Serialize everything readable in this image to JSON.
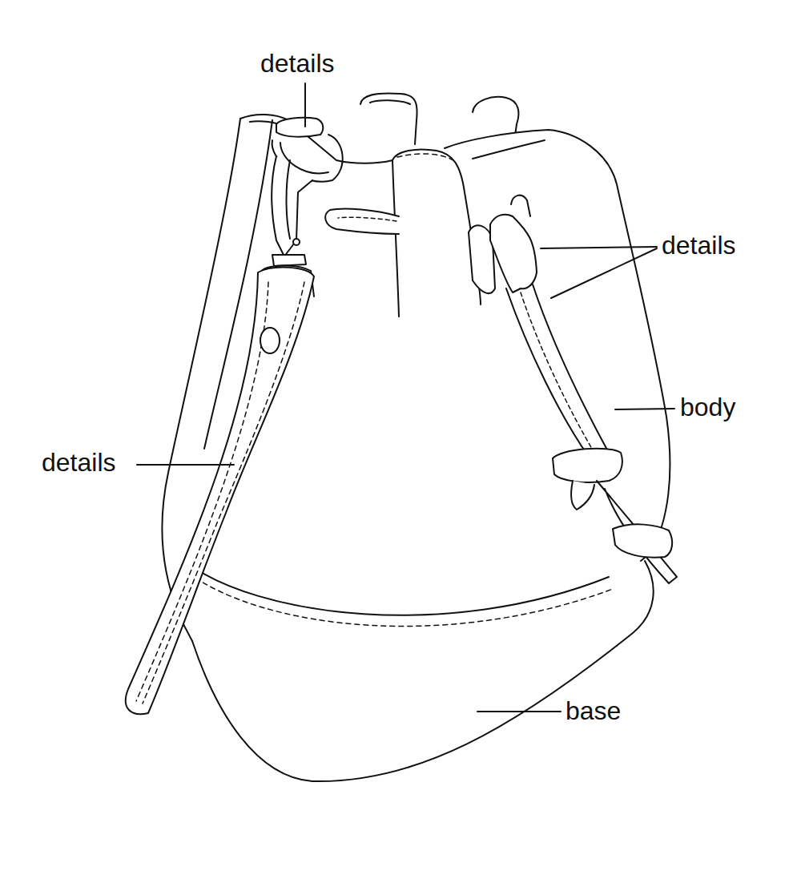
{
  "diagram": {
    "labels": [
      "details",
      "details",
      "body",
      "details",
      "base"
    ]
  }
}
